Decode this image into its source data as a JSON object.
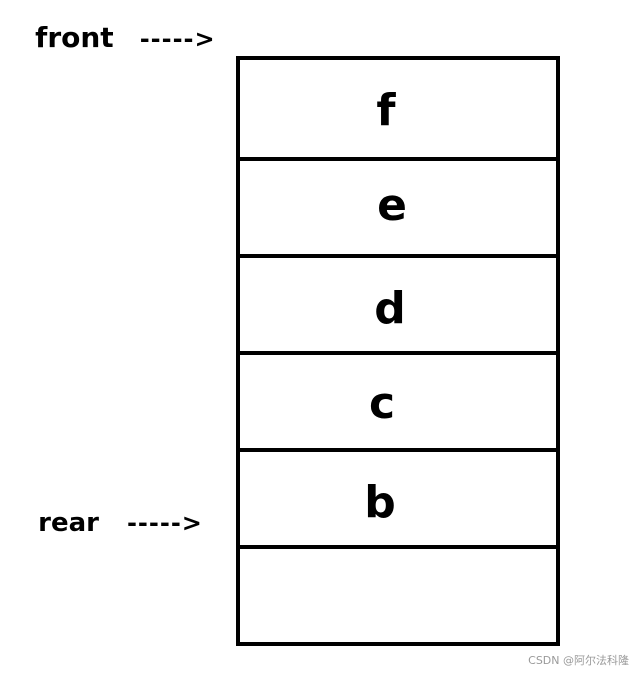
{
  "pointers": {
    "front": {
      "label": "front",
      "arrow": "----->"
    },
    "rear": {
      "label": "rear",
      "arrow": "----->"
    }
  },
  "queue": {
    "cells": [
      "f",
      "e",
      "d",
      "c",
      "b",
      ""
    ]
  },
  "watermark": "CSDN @阿尔法科隆"
}
